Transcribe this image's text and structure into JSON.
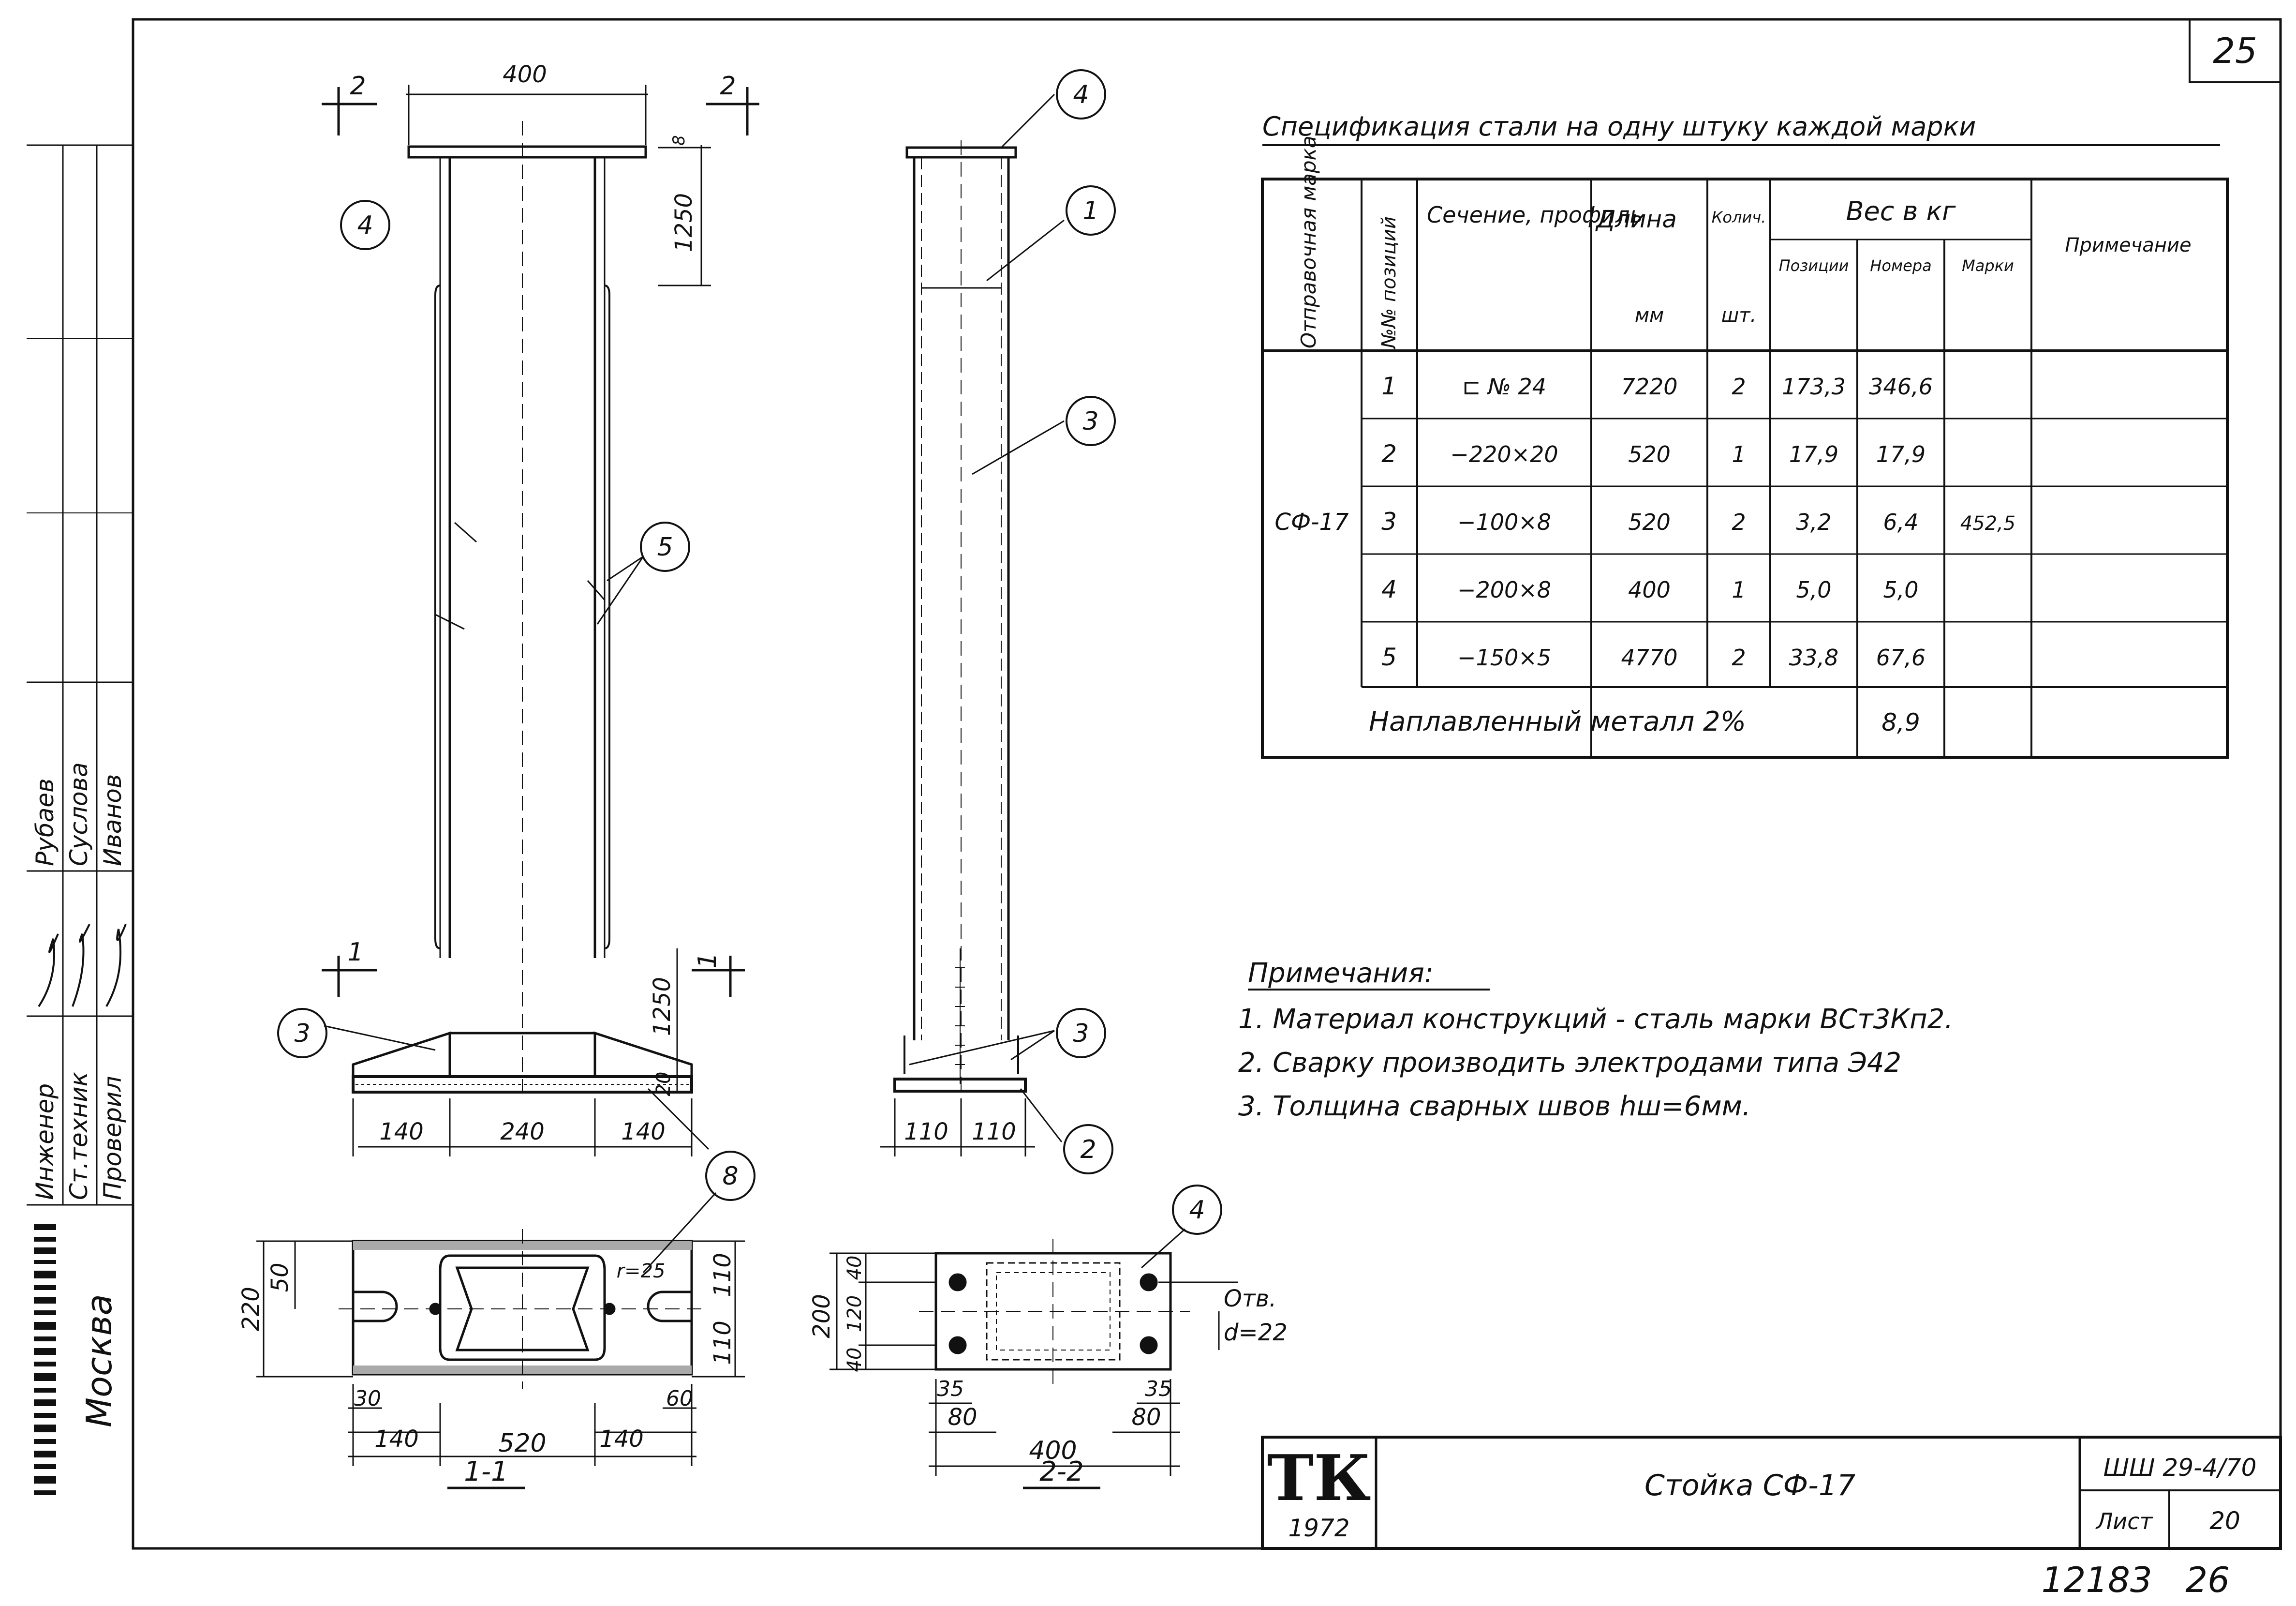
{
  "sheet": {
    "page_no": "25",
    "org_city": "Москва",
    "bottom_numbers": "12183   26"
  },
  "signatures": {
    "rows": [
      {
        "role": "Инженер",
        "name": "Рубаев"
      },
      {
        "role": "Ст.техник",
        "name": "Суслова"
      },
      {
        "role": "Проверил",
        "name": "Иванов"
      }
    ]
  },
  "spec": {
    "title": "Спецификация стали на одну штуку каждой марки",
    "headers": {
      "mark": "Отправочная марка",
      "pos": "№№ позиций",
      "section": "Сечение, профиль",
      "length": "Длина",
      "length_unit": "мм",
      "qty": "Колич.",
      "qty_unit": "шт.",
      "weight": "Вес в кг",
      "w_pos": "Позиции",
      "w_num": "Номера",
      "w_mark": "Марки",
      "note": "Примечание"
    },
    "mark": "СФ-17",
    "rows": [
      {
        "pos": "1",
        "section": "⊏ № 24",
        "length": "7220",
        "qty": "2",
        "w_pos": "173,3",
        "w_num": "346,6"
      },
      {
        "pos": "2",
        "section": "−220×20",
        "length": "520",
        "qty": "1",
        "w_pos": "17,9",
        "w_num": "17,9"
      },
      {
        "pos": "3",
        "section": "−100×8",
        "length": "520",
        "qty": "2",
        "w_pos": "3,2",
        "w_num": "6,4"
      },
      {
        "pos": "4",
        "section": "−200×8",
        "length": "400",
        "qty": "1",
        "w_pos": "5,0",
        "w_num": "5,0"
      },
      {
        "pos": "5",
        "section": "−150×5",
        "length": "4770",
        "qty": "2",
        "w_pos": "33,8",
        "w_num": "67,6"
      }
    ],
    "w_mark_total": "452,5",
    "weld_label": "Наплавленный металл 2%",
    "weld_value": "8,9"
  },
  "notes": {
    "title": "Примечания:",
    "items": [
      "1. Материал конструкций - сталь марки ВСт3Кп2.",
      "2. Сварку производить электродами типа Э42",
      "3. Толщина сварных швов hш=6мм."
    ]
  },
  "titleblock": {
    "logo": "ТК",
    "year": "1972",
    "name": "Стойка СФ-17",
    "code": "ШШ 29-4/70",
    "sheet_label": "Лист",
    "sheet_no": "20"
  },
  "drawing": {
    "front_view": {
      "dims": [
        "400",
        "8",
        "1250",
        "1250",
        "20",
        "140",
        "240",
        "140"
      ],
      "section_marks": [
        "2",
        "2",
        "1",
        "1"
      ],
      "callouts": [
        "4",
        "5",
        "3",
        "8"
      ]
    },
    "side_view": {
      "dims": [
        "110",
        "110"
      ],
      "callouts": [
        "4",
        "1",
        "3",
        "3",
        "2"
      ]
    },
    "section_1_1": {
      "label": "1-1",
      "dims": [
        "220",
        "50",
        "110",
        "110",
        "30",
        "140",
        "60",
        "140",
        "520"
      ],
      "radius": "r=25",
      "callout": "8"
    },
    "section_2_2": {
      "label": "2-2",
      "dims": [
        "200",
        "40",
        "120",
        "40",
        "35",
        "80",
        "35",
        "80",
        "400"
      ],
      "hole_label": "Отв.",
      "hole_dia": "d=22",
      "callout": "4"
    }
  }
}
